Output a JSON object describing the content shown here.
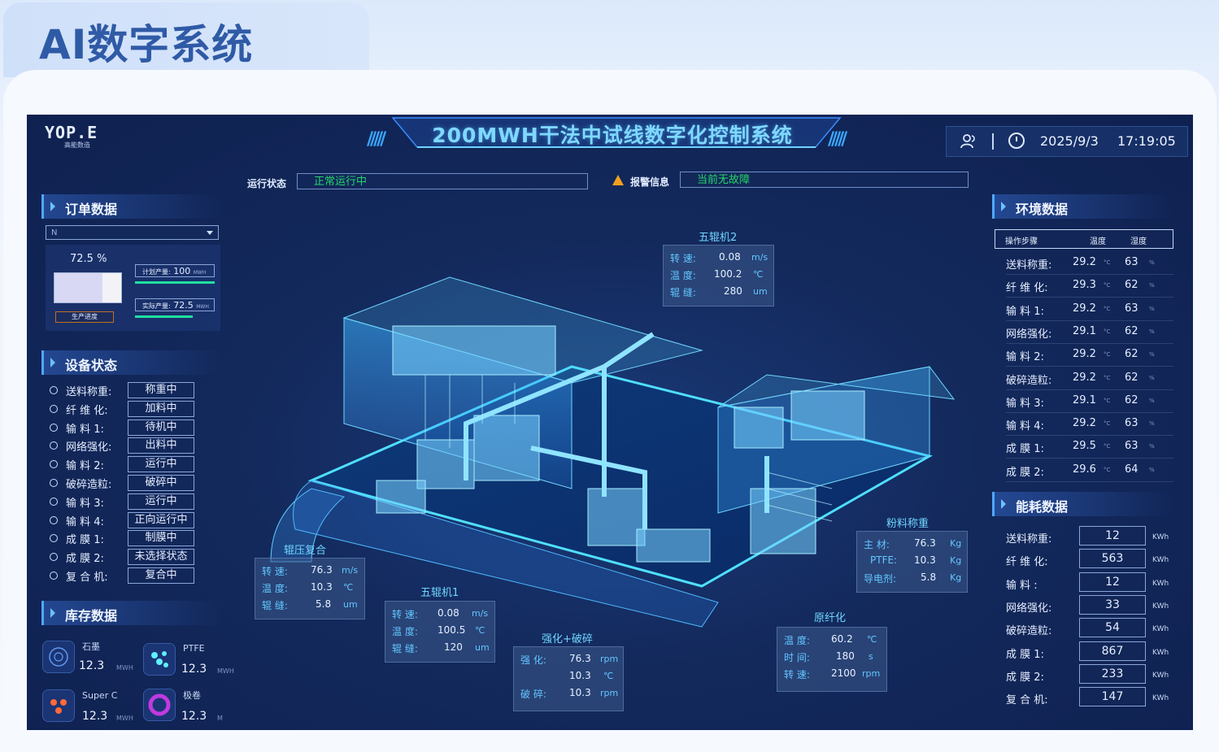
{
  "page_title": "AI数字系统",
  "header": {
    "logo_main": "YOP.E",
    "logo_sub": "高能数造",
    "title": "200MWH干法中试线数字化控制系统",
    "date": "2025/9/3",
    "time": "17:19:05"
  },
  "status": {
    "run_label": "运行状态",
    "run_value": "正常运行中",
    "alarm_label": "报警信息",
    "alarm_value": "当前无故障"
  },
  "order": {
    "title": "订单数据",
    "select_value": "N",
    "progress_text": "72.5 %",
    "progress_fraction": 0.725,
    "progress_label": "生产进度",
    "planned_label": "计划产量:",
    "planned_value": "100",
    "planned_unit": "MWH",
    "actual_label": "实际产量:",
    "actual_value": "72.5",
    "actual_unit": "MWH"
  },
  "devices": {
    "title": "设备状态",
    "items": [
      {
        "name": "送料称重:",
        "status": "称重中"
      },
      {
        "name": "纤 维 化:",
        "status": "加料中"
      },
      {
        "name": "输 料 1:",
        "status": "待机中"
      },
      {
        "name": "网络强化:",
        "status": "出料中"
      },
      {
        "name": "输 料 2:",
        "status": "运行中"
      },
      {
        "name": "破碎造粒:",
        "status": "破碎中"
      },
      {
        "name": "输 料 3:",
        "status": "运行中"
      },
      {
        "name": "输 料 4:",
        "status": "正向运行中"
      },
      {
        "name": "成 膜 1:",
        "status": "制膜中"
      },
      {
        "name": "成 膜 2:",
        "status": "未选择状态"
      },
      {
        "name": "复 合 机:",
        "status": "复合中"
      }
    ]
  },
  "inventory": {
    "title": "库存数据",
    "items": [
      {
        "name": "石墨",
        "value": "12.3",
        "unit": "MWH"
      },
      {
        "name": "PTFE",
        "value": "12.3",
        "unit": "MWH"
      },
      {
        "name": "Super C",
        "value": "12.3",
        "unit": "MWH"
      },
      {
        "name": "极卷",
        "value": "12.3",
        "unit": "M"
      }
    ]
  },
  "env": {
    "title": "环境数据",
    "head_step": "操作步骤",
    "head_temp": "温度",
    "head_hum": "湿度",
    "temp_unit": "°C",
    "hum_unit": "%",
    "rows": [
      {
        "name": "送料称重:",
        "temp": "29.2",
        "hum": "63"
      },
      {
        "name": "纤 维 化:",
        "temp": "29.3",
        "hum": "62"
      },
      {
        "name": "输 料 1:",
        "temp": "29.2",
        "hum": "63"
      },
      {
        "name": "网络强化:",
        "temp": "29.1",
        "hum": "62"
      },
      {
        "name": "输 料 2:",
        "temp": "29.2",
        "hum": "62"
      },
      {
        "name": "破碎造粒:",
        "temp": "29.2",
        "hum": "62"
      },
      {
        "name": "输 料 3:",
        "temp": "29.1",
        "hum": "62"
      },
      {
        "name": "输 料 4:",
        "temp": "29.2",
        "hum": "63"
      },
      {
        "name": "成 膜 1:",
        "temp": "29.5",
        "hum": "63"
      },
      {
        "name": "成 膜 2:",
        "temp": "29.6",
        "hum": "64"
      }
    ]
  },
  "energy": {
    "title": "能耗数据",
    "unit": "KWh",
    "rows": [
      {
        "name": "送料称重:",
        "value": "12"
      },
      {
        "name": "纤 维 化:",
        "value": "563"
      },
      {
        "name": "输 料 :",
        "value": "12"
      },
      {
        "name": "网络强化:",
        "value": "33"
      },
      {
        "name": "破碎造粒:",
        "value": "54"
      },
      {
        "name": "成 膜 1:",
        "value": "867"
      },
      {
        "name": "成 膜 2:",
        "value": "233"
      },
      {
        "name": "复 合 机:",
        "value": "147"
      }
    ]
  },
  "machines": {
    "wugun2": {
      "title": "五辊机2",
      "l1": "转 速:",
      "v1": "0.08",
      "u1": "m/s",
      "l2": "温 度:",
      "v2": "100.2",
      "u2": "℃",
      "l3": "辊 缝:",
      "v3": "280",
      "u3": "um"
    },
    "fenliao": {
      "title": "粉料称重",
      "l1": "主 材:",
      "v1": "76.3",
      "u1": "Kg",
      "l2": "PTFE:",
      "v2": "10.3",
      "u2": "Kg",
      "l3": "导电剂:",
      "v3": "5.8",
      "u3": "Kg"
    },
    "gunya": {
      "title": "辊压复合",
      "l1": "转 速:",
      "v1": "76.3",
      "u1": "m/s",
      "l2": "温 度:",
      "v2": "10.3",
      "u2": "℃",
      "l3": "辊 缝:",
      "v3": "5.8",
      "u3": "um"
    },
    "wugun1": {
      "title": "五辊机1",
      "l1": "转 速:",
      "v1": "0.08",
      "u1": "m/s",
      "l2": "温 度:",
      "v2": "100.5",
      "u2": "℃",
      "l3": "辊 缝:",
      "v3": "120",
      "u3": "um"
    },
    "qianghua": {
      "title": "强化+破碎",
      "l1": "强 化:",
      "v1": "76.3",
      "u1": "rpm",
      "l2": "",
      "v2": "10.3",
      "u2": "℃",
      "l3": "破 碎:",
      "v3": "10.3",
      "u3": "rpm"
    },
    "xianwei": {
      "title": "原纤化",
      "l1": "温 度:",
      "v1": "60.2",
      "u1": "℃",
      "l2": "时 间:",
      "v2": "180",
      "u2": "s",
      "l3": "转 速:",
      "v3": "2100",
      "u3": "rpm"
    }
  }
}
